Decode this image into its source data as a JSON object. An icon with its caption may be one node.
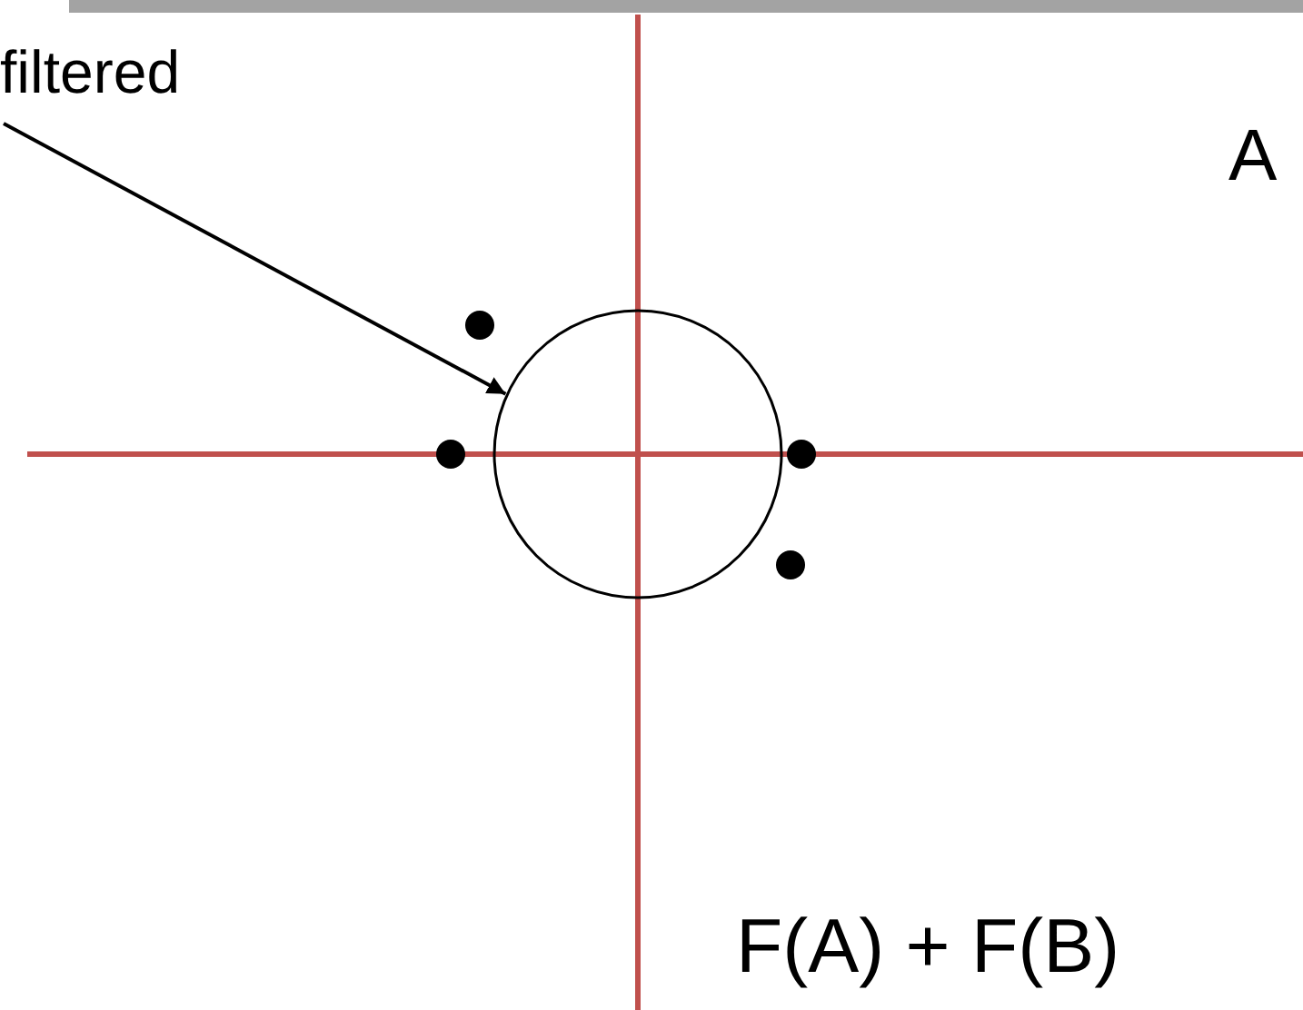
{
  "diagram": {
    "nodes": [
      {
        "text": [
          "filtered"
        ]
      },
      {
        "text": [],
        "shape": "circle"
      }
    ],
    "edges": [
      {
        "from": 0,
        "to": 1,
        "arrow": "to"
      }
    ],
    "labels": [
      "A",
      "F(A) + F(B)"
    ]
  }
}
